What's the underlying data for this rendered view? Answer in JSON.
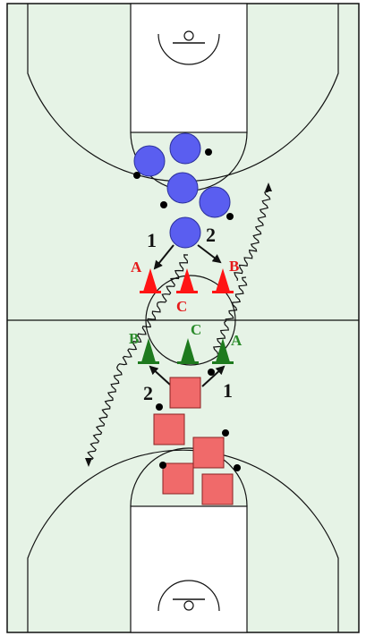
{
  "colors": {
    "court_fill": "#e6f3e6",
    "line": "#111111",
    "key_fill": "#ffffff",
    "offense_player": "#5a5ef0",
    "defense_player": "#f06a6a",
    "cone_red": "#ff1414",
    "cone_green": "#1e7a1e",
    "label_red": "#e51a1a",
    "label_green": "#2a8a2a",
    "ball": "#000000"
  },
  "top_group": {
    "pass_numbers": [
      "1",
      "2"
    ],
    "cone_labels": [
      "A",
      "C",
      "B"
    ]
  },
  "bottom_group": {
    "pass_numbers": [
      "2",
      "1"
    ],
    "cone_labels": [
      "B",
      "C",
      "A"
    ]
  }
}
